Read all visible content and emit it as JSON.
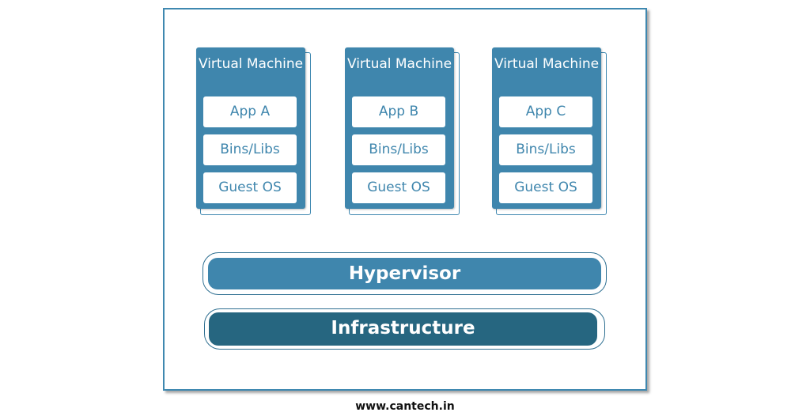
{
  "diagram": {
    "virtual_machines": [
      {
        "title": "Virtual Machine",
        "layers": [
          "App A",
          "Bins/Libs",
          "Guest OS"
        ]
      },
      {
        "title": "Virtual Machine",
        "layers": [
          "App B",
          "Bins/Libs",
          "Guest OS"
        ]
      },
      {
        "title": "Virtual Machine",
        "layers": [
          "App C",
          "Bins/Libs",
          "Guest OS"
        ]
      }
    ],
    "hypervisor_label": "Hypervisor",
    "infrastructure_label": "Infrastructure"
  },
  "footer": {
    "website": "www.cantech.in"
  },
  "colors": {
    "vm_fill": "#3f86ad",
    "hypervisor_fill": "#3f86ad",
    "infrastructure_fill": "#266680",
    "frame_border": "#3f88b0"
  }
}
